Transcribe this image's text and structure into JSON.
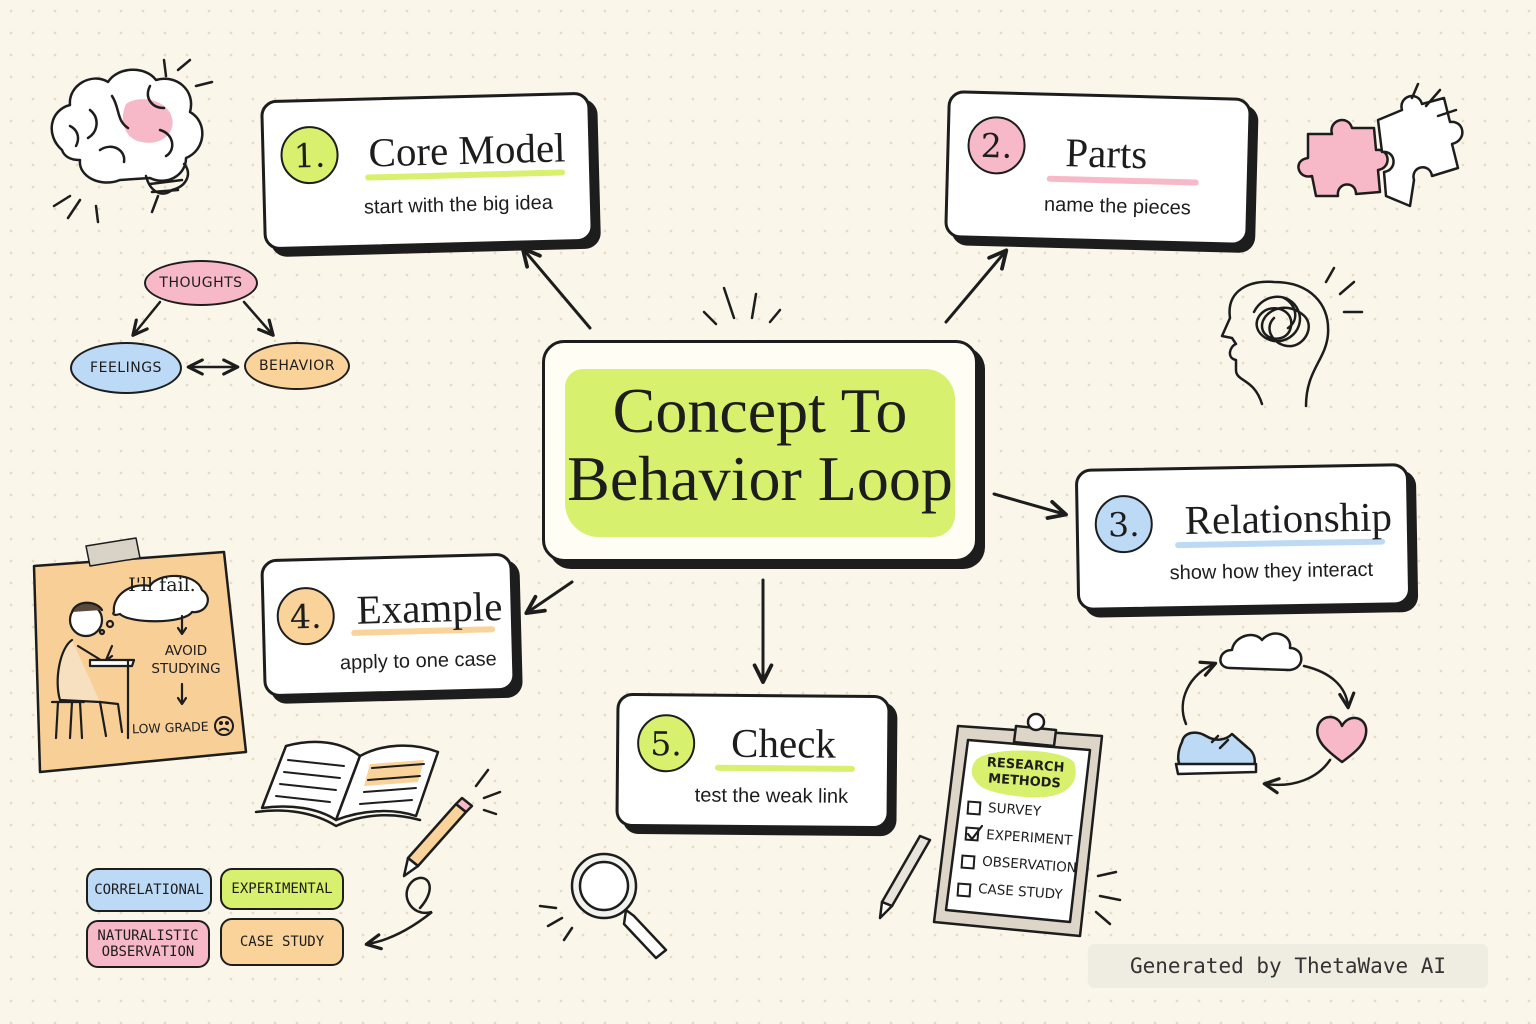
{
  "diagram": {
    "title_lines": [
      "Concept To",
      "Behavior Loop"
    ],
    "colors": {
      "lime": "#d7f06e",
      "pink": "#f7b9c8",
      "blue": "#bcdaf6",
      "orange": "#f9d39a",
      "ink": "#1d1d1d"
    },
    "nodes": [
      {
        "number": "1.",
        "title": "Core Model",
        "subtitle": "start with the big idea",
        "accent": "lime"
      },
      {
        "number": "2.",
        "title": "Parts",
        "subtitle": "name the pieces",
        "accent": "pink"
      },
      {
        "number": "3.",
        "title": "Relationship",
        "subtitle": "show how they interact",
        "accent": "blue"
      },
      {
        "number": "4.",
        "title": "Example",
        "subtitle": "apply to one case",
        "accent": "orange"
      },
      {
        "number": "5.",
        "title": "Check",
        "subtitle": "test the weak link",
        "accent": "lime"
      }
    ],
    "model_triangle": {
      "top": "THOUGHTS",
      "left": "FEELINGS",
      "right": "BEHAVIOR"
    },
    "example_note": {
      "thought": "I'll fail.",
      "action_lines": [
        "AVOID",
        "STUDYING"
      ],
      "outcome": "LOW GRADE"
    },
    "clipboard": {
      "heading_lines": [
        "RESEARCH",
        "METHODS"
      ],
      "items": [
        {
          "label": "SURVEY",
          "checked": false
        },
        {
          "label": "EXPERIMENT",
          "checked": true
        },
        {
          "label": "OBSERVATION",
          "checked": false
        },
        {
          "label": "CASE STUDY",
          "checked": false
        }
      ]
    },
    "method_tags": [
      {
        "label": "CORRELATIONAL",
        "color": "blue"
      },
      {
        "label": "EXPERIMENTAL",
        "color": "lime"
      },
      {
        "label": "NATURALISTIC\nOBSERVATION",
        "color": "pink"
      },
      {
        "label": "CASE STUDY",
        "color": "orange"
      }
    ],
    "icons": [
      "brain-icon",
      "puzzle-icon",
      "tangled-mind-head-icon",
      "cloud-icon",
      "heart-icon",
      "sneaker-icon",
      "open-book-icon",
      "pencil-icon",
      "magnifying-glass-icon",
      "clipboard-icon",
      "student-desk-illustration",
      "sad-face-icon"
    ],
    "footer": "Generated by ThetaWave AI"
  }
}
